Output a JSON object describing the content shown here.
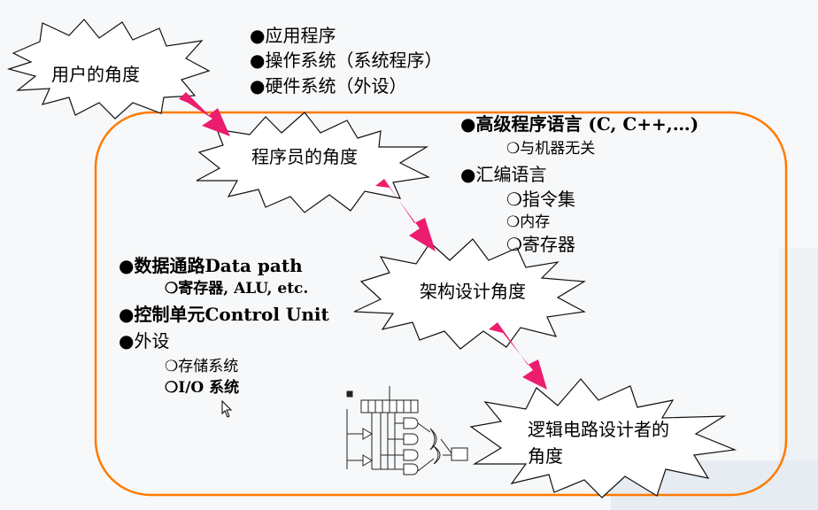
{
  "user_view": {
    "label": "用户的角度",
    "items": [
      "●应用程序",
      "●操作系统（系统程序）",
      "●硬件系统（外设）"
    ]
  },
  "programmer_view": {
    "label": "程序员的角度",
    "items": [
      {
        "level": 1,
        "text": "●高级程序语言 (C, C++,…)"
      },
      {
        "level": 2,
        "text": "❍与机器无关"
      },
      {
        "level": 1,
        "text": "●汇编语言"
      },
      {
        "level": 2,
        "text": "❍指令集"
      },
      {
        "level": 2,
        "text": "❍内存"
      },
      {
        "level": 2,
        "text": "❍寄存器"
      }
    ]
  },
  "architecture_view": {
    "label": "架构设计角度",
    "items": [
      {
        "level": 1,
        "text": "●数据通路Data path"
      },
      {
        "level": 2,
        "text": "❍寄存器, ALU, etc."
      },
      {
        "level": 1,
        "text": "●控制单元Control  Unit"
      },
      {
        "level": 1,
        "text": "●外设"
      },
      {
        "level": 2,
        "text": "❍存储系统"
      },
      {
        "level": 2,
        "text": "❍I/O 系统"
      }
    ]
  },
  "logic_view": {
    "label_line1": "逻辑电路设计者的",
    "label_line2": "角度"
  },
  "colors": {
    "arrow": "#ec1c6e",
    "frame": "#ff7a00",
    "background": "#f7f8f9"
  }
}
